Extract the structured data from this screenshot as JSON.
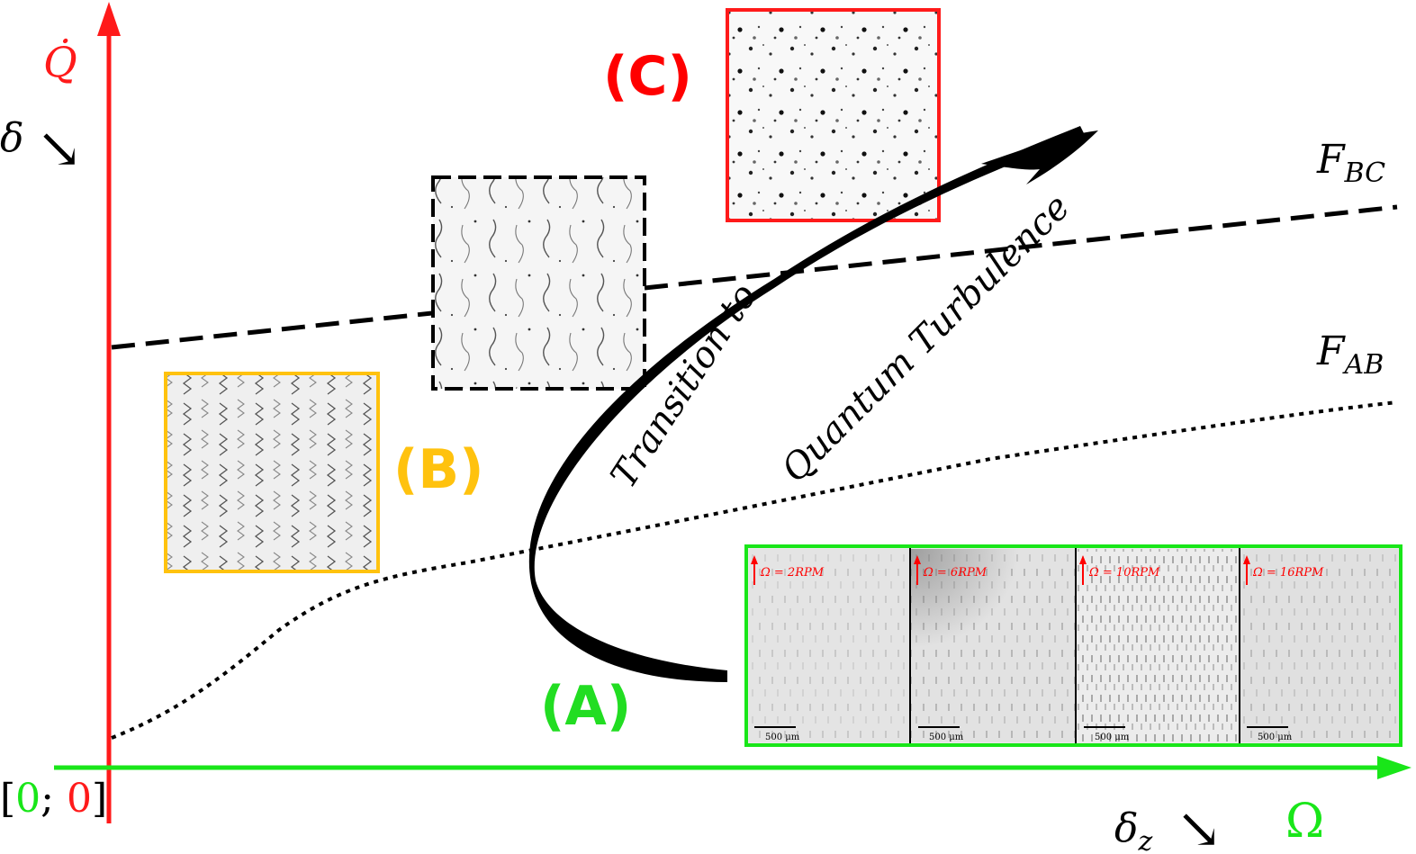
{
  "axes": {
    "y_symbol": "Q̇",
    "y_sub_symbol": "δ",
    "x_symbol": "Ω",
    "x_sub_symbol": "δ",
    "x_sub_subscript": "z",
    "origin_open": "[",
    "origin_x": "0",
    "origin_sep": "; ",
    "origin_y": "0",
    "origin_close": "]",
    "arrow_glyph": "↘"
  },
  "curves": {
    "fbc_label": "F",
    "fbc_sub": "BC",
    "fab_label": "F",
    "fab_sub": "AB"
  },
  "regimes": {
    "a_label": "(A)",
    "b_label": "(B)",
    "c_label": "(C)"
  },
  "transition": {
    "line1": "Transition to",
    "line2": "Quantum Turbulence"
  },
  "panels_a": [
    {
      "omega": "Ω = 2RPM",
      "scale": "500 μm"
    },
    {
      "omega": "Ω = 6RPM",
      "scale": "500 μm"
    },
    {
      "omega": "Ω = 10RPM",
      "scale": "500 μm"
    },
    {
      "omega": "Ω = 16RPM",
      "scale": "500 μm"
    }
  ],
  "colors": {
    "red": "#ff1a1a",
    "green": "#19e619",
    "yellow": "#ffc20e",
    "black": "#000000",
    "regime_a_text": "#22dd22",
    "regime_c_text": "#ff0000",
    "regime_b_text": "#ffc20e"
  }
}
